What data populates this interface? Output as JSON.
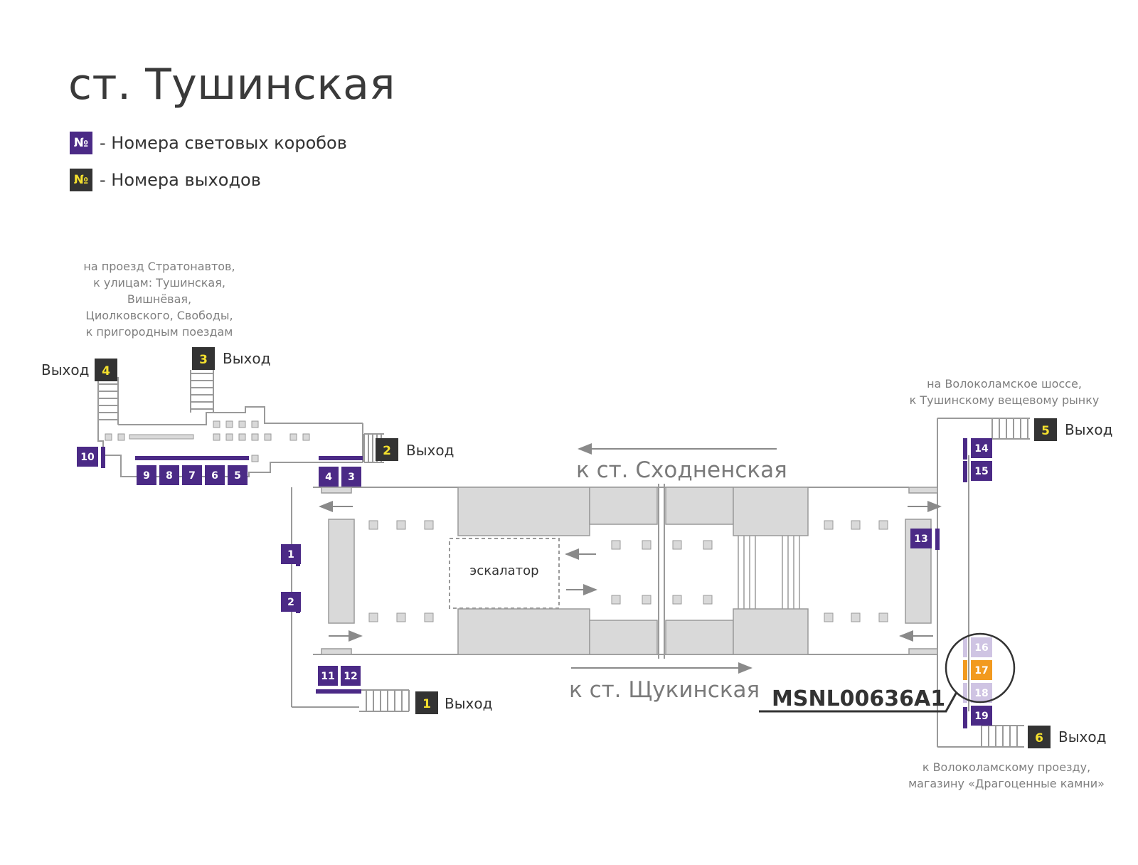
{
  "title": "ст. Тушинская",
  "legend": {
    "box_symbol": "№",
    "box_label": "- Номера световых коробов",
    "exit_symbol": "№",
    "exit_label": "- Номера выходов"
  },
  "colors": {
    "box": "#4b2a86",
    "box_faded": "#cfc4e3",
    "highlight": "#f29a1f",
    "exit_bg": "#333333",
    "exit_text": "#f4e02e",
    "wall": "#9a9a9a",
    "platform": "#d9d9d9"
  },
  "exits": {
    "exit1": {
      "num": "1",
      "label": "Выход"
    },
    "exit2": {
      "num": "2",
      "label": "Выход"
    },
    "exit3": {
      "num": "3",
      "label": "Выход"
    },
    "exit4": {
      "num": "4",
      "label": "Выход"
    },
    "exit5": {
      "num": "5",
      "label": "Выход"
    },
    "exit6": {
      "num": "6",
      "label": "Выход"
    }
  },
  "boxes": [
    "1",
    "2",
    "3",
    "4",
    "5",
    "6",
    "7",
    "8",
    "9",
    "10",
    "11",
    "12",
    "13",
    "14",
    "15",
    "16",
    "17",
    "18",
    "19"
  ],
  "notes": {
    "top_left": [
      "на проезд Стратонавтов,",
      "к улицам: Тушинская,",
      "Вишнёвая,",
      "Циолковского, Свободы,",
      "к пригородным поездам"
    ],
    "top_right": [
      "на Волоколамское шоссе,",
      "к Тушинскому вещевому рынку"
    ],
    "bottom_right": [
      "к Волоколамскому проезду,",
      "магазину «Драгоценные камни»"
    ]
  },
  "directions": {
    "north": "к ст. Сходненская",
    "south": "к ст. Щукинская"
  },
  "escalator": "эскалатор",
  "code": "MSNL00636A1"
}
